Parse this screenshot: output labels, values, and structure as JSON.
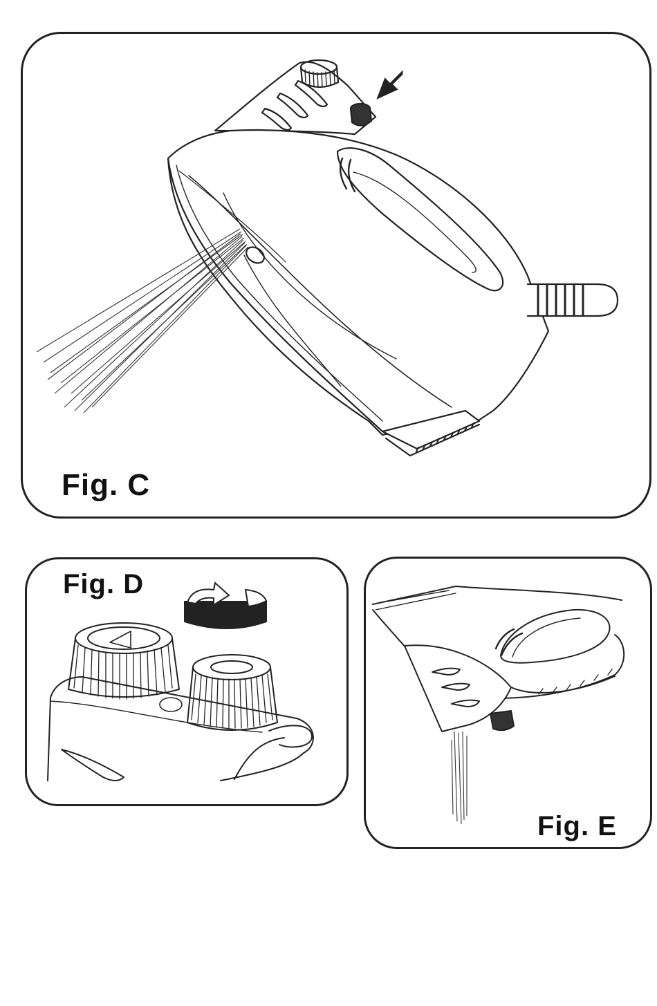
{
  "figures": {
    "c": {
      "label": "Fig. C"
    },
    "d": {
      "label": "Fig. D"
    },
    "e": {
      "label": "Fig. E"
    }
  },
  "colors": {
    "line": "#222222",
    "background": "#ffffff"
  },
  "icons": [
    "press-arrow-icon",
    "rotate-arrows-icon"
  ]
}
